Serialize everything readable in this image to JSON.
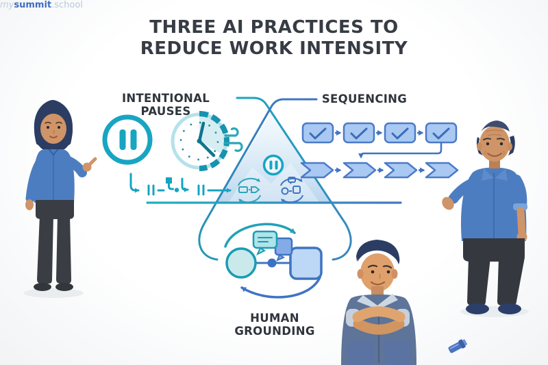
{
  "title": {
    "line1": "THREE AI PRACTICES TO",
    "line2": "REDUCE WORK INTENSITY"
  },
  "practices": [
    {
      "id": "intentional-pauses",
      "label": "INTENTIONAL PAUSES"
    },
    {
      "id": "sequencing",
      "label": "SEQUENCING",
      "checkbox_count": 4,
      "chevron_count": 4
    },
    {
      "id": "human-grounding",
      "label_line1": "HUMAN",
      "label_line2": "GROUNDING"
    }
  ],
  "icons": {
    "intentional_pauses": [
      "pause-circle-icon",
      "clock-icon",
      "wind-breeze-icon",
      "paused-timeline-icon"
    ],
    "sequencing": [
      "checkbox-task-row",
      "flow-connector-elbow",
      "chevron-process-row"
    ],
    "triangle_center": [
      "pause-circle-icon",
      "automation-loop-icon",
      "human-review-loop-icon"
    ],
    "human_grounding": [
      "human-circle",
      "ai-square",
      "link-dot",
      "speech-bubbles-icon",
      "loop-arrows"
    ]
  },
  "characters": [
    {
      "name": "woman-pointing",
      "pose": "pointing at pause icon"
    },
    {
      "name": "older-man-presenting",
      "pose": "open palm toward process flow"
    },
    {
      "name": "young-man-arms-crossed",
      "pose": "arms crossed below diagram"
    }
  ],
  "watermark": {
    "prefix": "my",
    "brand": "summit",
    "suffix": ".school"
  },
  "colors": {
    "teal": "#17a5c2",
    "blue": "#4377c4",
    "light_blue": "#a9c9f2",
    "light_teal": "#cdeef2",
    "ink": "#31363e",
    "watermark_blue": "#3e6cc0"
  }
}
